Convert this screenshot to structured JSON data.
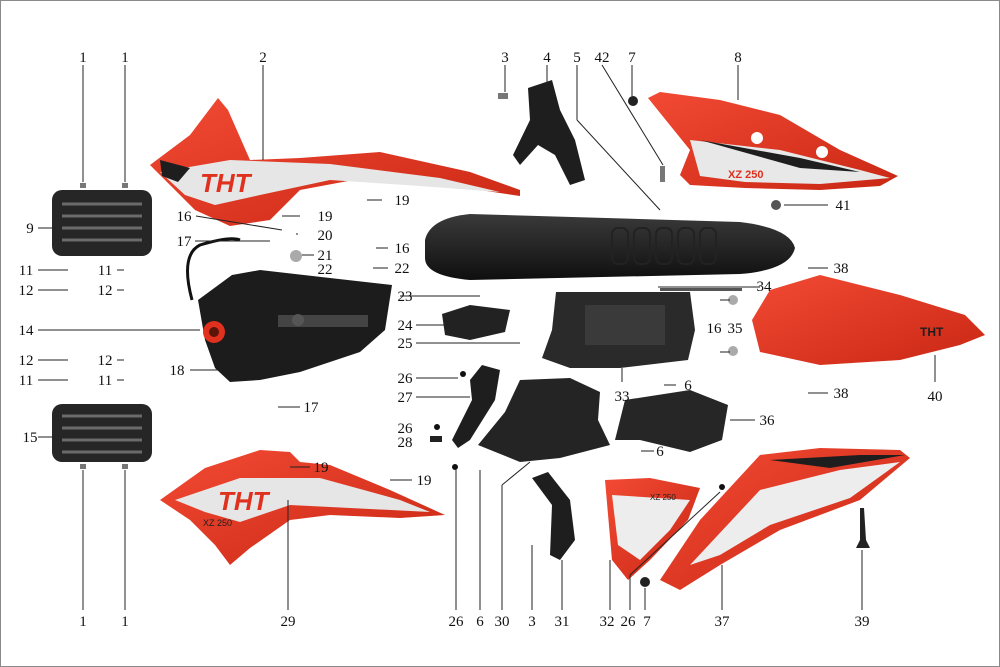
{
  "diagram": {
    "callouts": [
      {
        "id": "c1a",
        "text": "1"
      },
      {
        "id": "c1b",
        "text": "1"
      },
      {
        "id": "c2",
        "text": "2"
      },
      {
        "id": "c3a",
        "text": "3"
      },
      {
        "id": "c4",
        "text": "4"
      },
      {
        "id": "c5",
        "text": "5"
      },
      {
        "id": "c42",
        "text": "42"
      },
      {
        "id": "c7a",
        "text": "7"
      },
      {
        "id": "c8",
        "text": "8"
      },
      {
        "id": "c9",
        "text": "9"
      },
      {
        "id": "c19a",
        "text": "19"
      },
      {
        "id": "c19b",
        "text": "19"
      },
      {
        "id": "c16a",
        "text": "16"
      },
      {
        "id": "c20",
        "text": "20"
      },
      {
        "id": "c17a",
        "text": "17"
      },
      {
        "id": "c21",
        "text": "21"
      },
      {
        "id": "c16b",
        "text": "16"
      },
      {
        "id": "c22a",
        "text": "22"
      },
      {
        "id": "c22b",
        "text": "22"
      },
      {
        "id": "c41",
        "text": "41"
      },
      {
        "id": "c11a",
        "text": "11"
      },
      {
        "id": "c11b",
        "text": "11"
      },
      {
        "id": "c12a",
        "text": "12"
      },
      {
        "id": "c12b",
        "text": "12"
      },
      {
        "id": "c38a",
        "text": "38"
      },
      {
        "id": "c34",
        "text": "34"
      },
      {
        "id": "c23",
        "text": "23"
      },
      {
        "id": "c14",
        "text": "14"
      },
      {
        "id": "c24",
        "text": "24"
      },
      {
        "id": "c16c",
        "text": "16"
      },
      {
        "id": "c35",
        "text": "35"
      },
      {
        "id": "c25",
        "text": "25"
      },
      {
        "id": "c12c",
        "text": "12"
      },
      {
        "id": "c12d",
        "text": "12"
      },
      {
        "id": "c18",
        "text": "18"
      },
      {
        "id": "c11c",
        "text": "11"
      },
      {
        "id": "c11d",
        "text": "11"
      },
      {
        "id": "c26a",
        "text": "26"
      },
      {
        "id": "c6a",
        "text": "6"
      },
      {
        "id": "c33",
        "text": "33"
      },
      {
        "id": "c40",
        "text": "40"
      },
      {
        "id": "c38b",
        "text": "38"
      },
      {
        "id": "c27",
        "text": "27"
      },
      {
        "id": "c17b",
        "text": "17"
      },
      {
        "id": "c36",
        "text": "36"
      },
      {
        "id": "c15",
        "text": "15"
      },
      {
        "id": "c26b",
        "text": "26"
      },
      {
        "id": "c28",
        "text": "28"
      },
      {
        "id": "c6b",
        "text": "6"
      },
      {
        "id": "c19c",
        "text": "19"
      },
      {
        "id": "c19d",
        "text": "19"
      },
      {
        "id": "b1a",
        "text": "1"
      },
      {
        "id": "b1b",
        "text": "1"
      },
      {
        "id": "b29",
        "text": "29"
      },
      {
        "id": "b26",
        "text": "26"
      },
      {
        "id": "b6",
        "text": "6"
      },
      {
        "id": "b30",
        "text": "30"
      },
      {
        "id": "b3",
        "text": "3"
      },
      {
        "id": "b31",
        "text": "31"
      },
      {
        "id": "b32",
        "text": "32"
      },
      {
        "id": "b26c",
        "text": "26"
      },
      {
        "id": "b7",
        "text": "7"
      },
      {
        "id": "b37",
        "text": "37"
      },
      {
        "id": "b39",
        "text": "39"
      }
    ],
    "decals": {
      "tank_cover_left": "THT",
      "tank_cover_left_small": "XZ 250",
      "tank_cover_right": "THT",
      "side_cover_small": "XZ 250",
      "rear_side_cover": "XZ 250",
      "fender": "THT"
    },
    "colors": {
      "red": "#e0301e",
      "dark": "#1e1e1e",
      "silver": "#dcdcdc",
      "white": "#f6f6f6"
    }
  }
}
